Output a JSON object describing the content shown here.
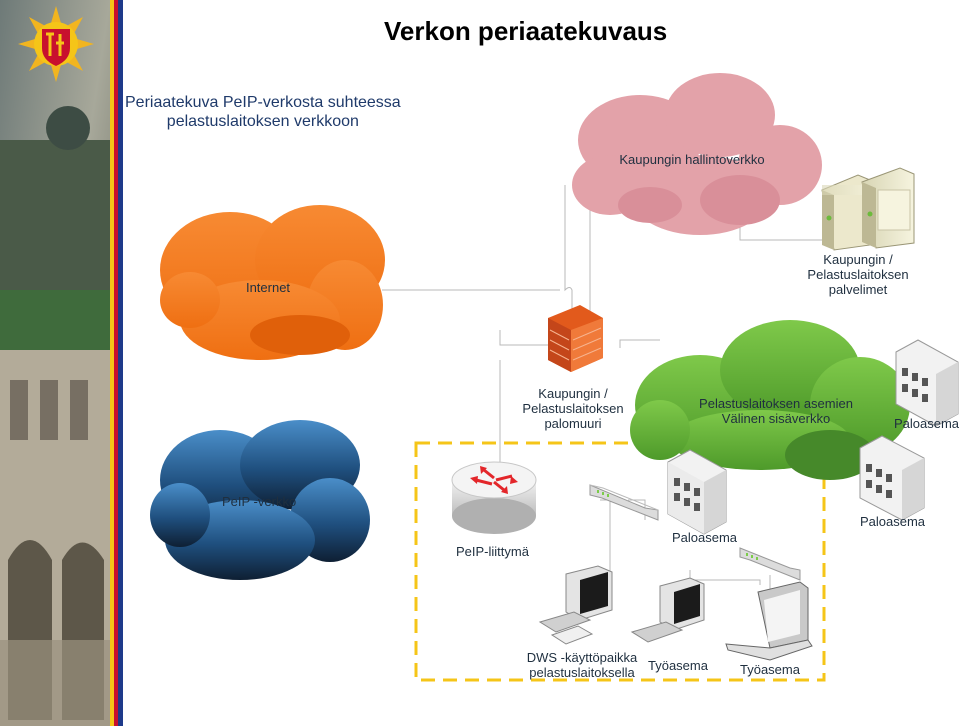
{
  "title": "Verkon periaatekuvaus",
  "subtitle": "Periaatekuva PeIP-verkosta suhteessa",
  "subtitle2": "pelastuslaitoksen verkkoon",
  "nodes": {
    "admin_net": "Kaupungin hallintoverkko",
    "internet": "Internet",
    "servers_l1": "Kaupungin /",
    "servers_l2": "Pelastuslaitoksen",
    "servers_l3": "palvelimet",
    "firewall_l1": "Kaupungin /",
    "firewall_l2": "Pelastuslaitoksen",
    "firewall_l3": "palomuuri",
    "station_net_l1": "Pelastuslaitoksen asemien",
    "station_net_l2": "Välinen sisäverkko",
    "station_a": "Paloasema",
    "station_b": "Paloasema",
    "station_c": "Paloasema",
    "peip_net": "PeIP -verkko",
    "peip_interface": "PeIP-liittymä",
    "dws_l1": "DWS -käyttöpaikka",
    "dws_l2": "pelastuslaitoksella",
    "workstation_1": "Työasema",
    "workstation_2": "Työasema"
  },
  "colors": {
    "admin_cloud": "#e8a0a8",
    "internet_cloud": "#f5812a",
    "station_cloud": "#6cbb3c",
    "peip_cloud": "#1e3a5f",
    "dash_border": "#f5c518",
    "side_stripe_yellow": "#f5c518",
    "side_stripe_red": "#c8102e",
    "side_stripe_blue": "#1e3a8a"
  }
}
